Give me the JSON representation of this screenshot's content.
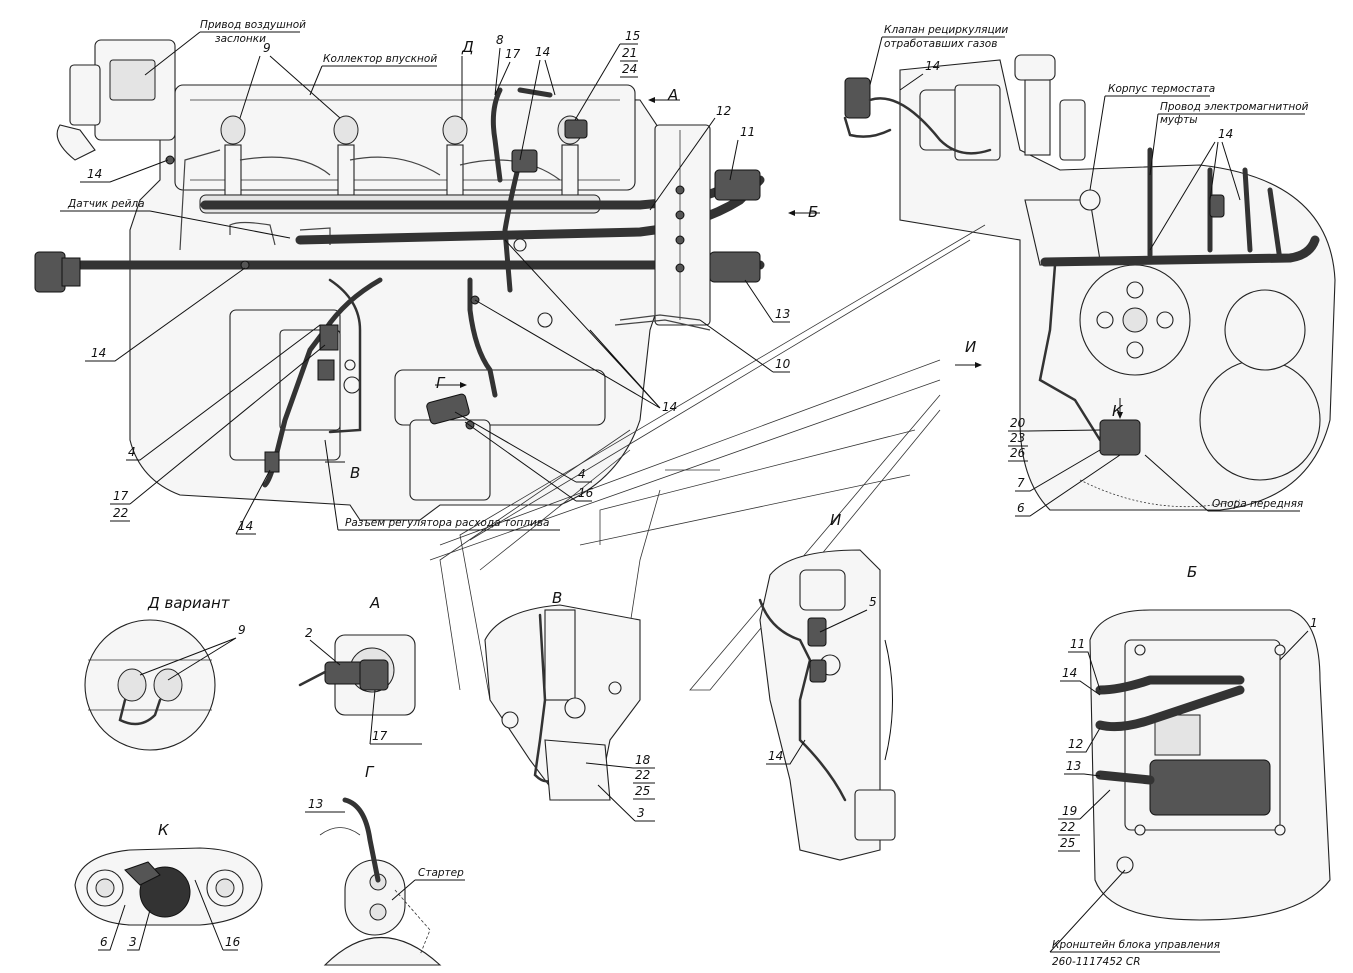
{
  "colors": {
    "line": "#111111",
    "harness": "#333333",
    "paper": "#ffffff"
  },
  "labels": {
    "air_damper_drive": [
      "Привод воздушной",
      "заслонки"
    ],
    "intake_manifold": "Коллектор впускной",
    "rail_sensor": "Датчик рейла",
    "egr_valve": [
      "Клапан рециркуляции",
      "отработавших газов"
    ],
    "thermostat_housing": "Корпус термостата",
    "clutch_wire": [
      "Провод электромагнитной",
      "муфты"
    ],
    "front_support": "Опора передняя",
    "fuel_regulator_connector": "Разъем регулятора расхода топлива",
    "starter": "Стартер",
    "ecu_bracket": [
      "Кронштейн блока управления",
      "260-1117452 CR"
    ]
  },
  "views": {
    "A": "А",
    "B": "Б",
    "V": "В",
    "G": "Г",
    "D": "Д",
    "I": "И",
    "K": "К",
    "D_variant": "Д вариант"
  },
  "numbers": {
    "n1": "1",
    "n2": "2",
    "n3": "3",
    "n4": "4",
    "n5": "5",
    "n6": "6",
    "n7": "7",
    "n8": "8",
    "n9": "9",
    "n10": "10",
    "n11": "11",
    "n12": "12",
    "n13": "13",
    "n14": "14",
    "n15": "15",
    "n16": "16",
    "n17": "17",
    "n18": "18",
    "n19": "19",
    "n20": "20",
    "n21": "21",
    "n22": "22",
    "n23": "23",
    "n24": "24",
    "n25": "25",
    "n26": "26"
  }
}
